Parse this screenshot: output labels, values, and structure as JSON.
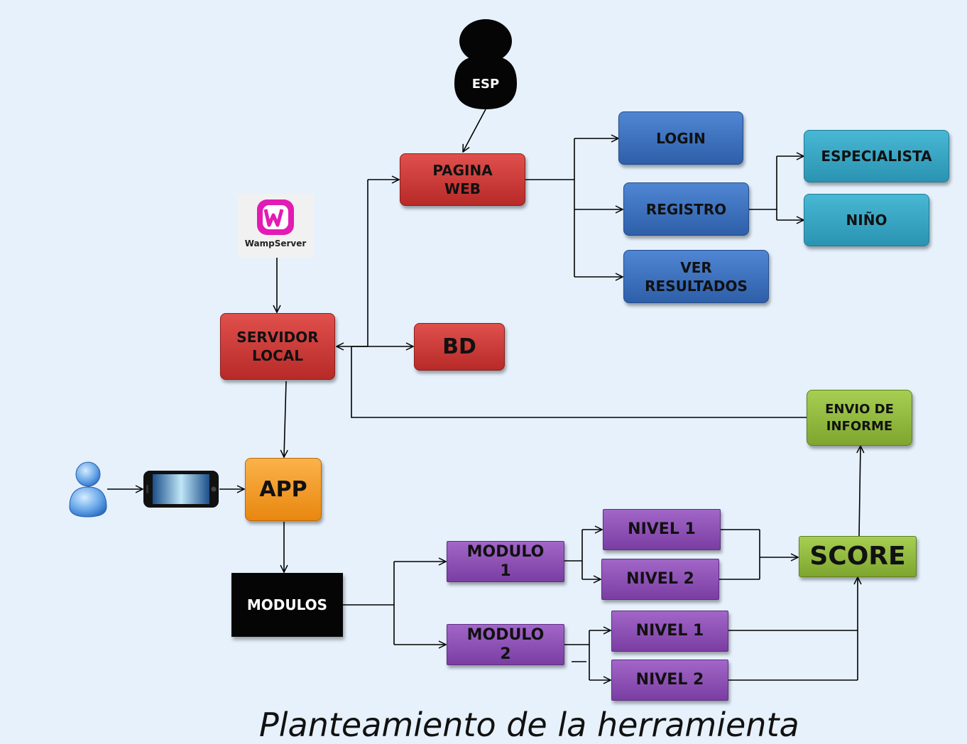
{
  "diagram": {
    "nodes": {
      "esp": "ESP",
      "pagina_web": "PAGINA WEB",
      "login": "LOGIN",
      "registro": "REGISTRO",
      "ver_resultados": "VER RESULTADOS",
      "especialista": "ESPECIALISTA",
      "nino": "NIÑO",
      "wampserver": "WampServer",
      "servidor_local": "SERVIDOR LOCAL",
      "bd": "BD",
      "envio_de_informe": "ENVIO DE INFORME",
      "app": "APP",
      "modulos": "MODULOS",
      "modulo_1": "MODULO 1",
      "modulo_2": "MODULO 2",
      "m1_nivel_1": "NIVEL 1",
      "m1_nivel_2": "NIVEL 2",
      "m2_nivel_1": "NIVEL 1",
      "m2_nivel_2": "NIVEL 2",
      "score": "SCORE"
    },
    "caption": "Planteamiento de la herramienta"
  },
  "colors": {
    "background": "#e6f1fc",
    "red": "#c0392b",
    "blue": "#3a6fc0",
    "teal": "#36a6c4",
    "purple": "#8b4db5",
    "green": "#93bd3f",
    "orange": "#f39a1e",
    "black": "#050505"
  },
  "icons": [
    "user-silhouette-icon",
    "wampserver-logo-icon",
    "user-icon",
    "smartphone-icon"
  ]
}
